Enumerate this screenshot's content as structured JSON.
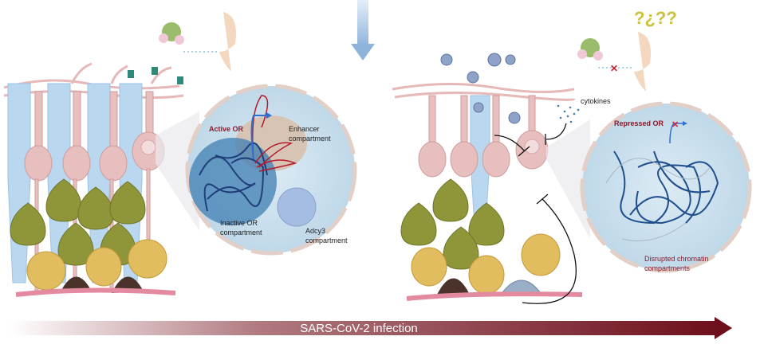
{
  "left_panel": {
    "nucleus_labels": {
      "active_or": "Active OR",
      "enhancer": [
        "Enhancer",
        "compartment"
      ],
      "inactive_or": [
        "Inactive OR",
        "compartment"
      ],
      "adcy3": [
        "Adcy3",
        "compartment"
      ]
    }
  },
  "right_panel": {
    "cytokines": "cytokines",
    "repressed_or": "Repressed OR",
    "disrupted": [
      "Disrupted chromatin",
      "compartments"
    ],
    "confusion_marks": "?¿??"
  },
  "timeline": {
    "label": "SARS-CoV-2 infection"
  },
  "colors": {
    "dark_red": "#7a1420",
    "chromatin_blue": "#1f4e8c",
    "nucleus_fill": "#cfe3ef",
    "sustentacular": "#b9d8ef",
    "neuron": "#e8bfbf"
  }
}
